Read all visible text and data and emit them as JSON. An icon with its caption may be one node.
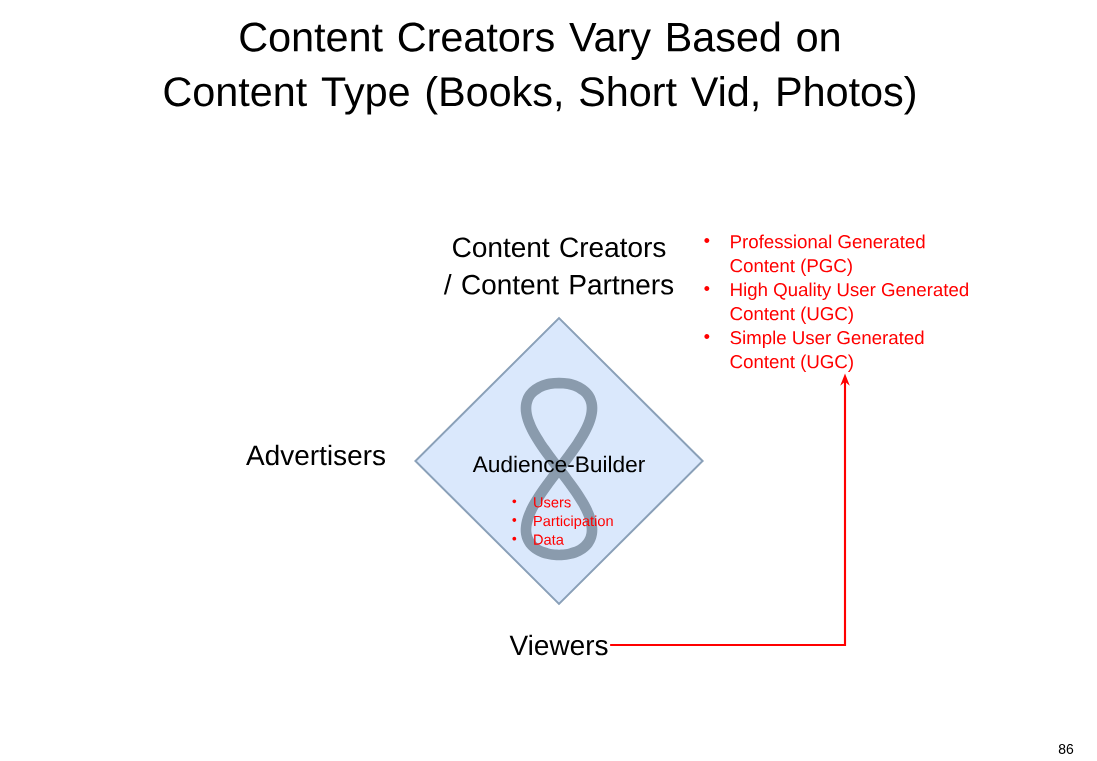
{
  "diagram": {
    "title": "Content Creators Vary Based on Content Type (Books, Short Vid, Photos)",
    "nodes": [
      {
        "text": [
          "Content Creators / Content Partners"
        ]
      },
      {
        "text": [
          "Professional Generated Content (PGC)",
          "High Quality User Generated Content (UGC)",
          "Simple User Generated Content (UGC)"
        ]
      },
      {
        "text": [
          "Advertisers"
        ]
      },
      {
        "text": [
          "Audience-Builder",
          "Users",
          "Participation",
          "Data"
        ]
      },
      {
        "text": [
          "Viewers"
        ]
      }
    ],
    "edges": [
      {
        "from": 4,
        "to": 1,
        "arrow": "to",
        "color": "#ff0000"
      }
    ],
    "labels": [
      "86"
    ]
  }
}
